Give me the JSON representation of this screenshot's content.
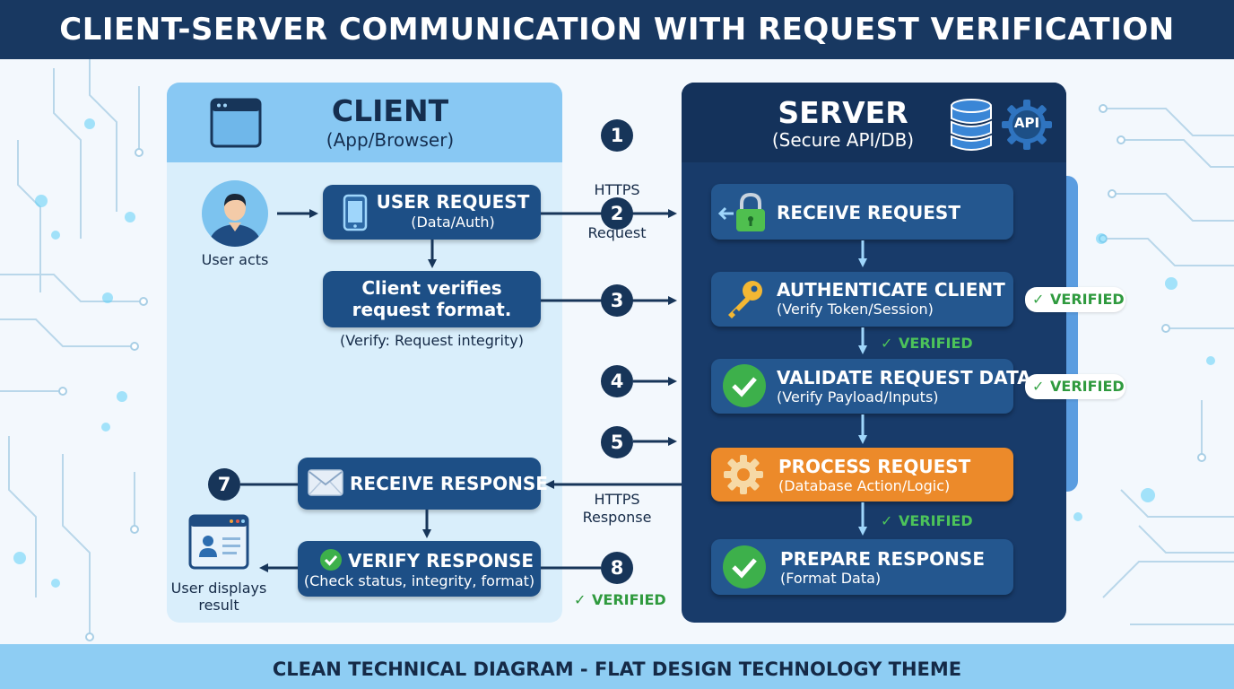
{
  "title": "CLIENT-SERVER COMMUNICATION WITH REQUEST VERIFICATION",
  "footer": "CLEAN TECHNICAL DIAGRAM - FLAT DESIGN TECHNOLOGY THEME",
  "colors": {
    "header_bg": "#183861",
    "footer_bg": "#8ecdf3",
    "client_panel": "#d9eefb",
    "client_header": "#88c8f3",
    "server_panel": "#183b6a",
    "box_blue": "#24578f",
    "box_orange": "#ec8a2a",
    "verified_green": "#3aa64b"
  },
  "client": {
    "title": "CLIENT",
    "subtitle": "(App/Browser)",
    "user_label": "User acts",
    "user_request_title": "USER REQUEST",
    "user_request_sub": "(Data/Auth)",
    "verify_box_line1": "Client verifies",
    "verify_box_line2": "request format.",
    "verify_note": "(Verify: Request integrity)",
    "receive_response": "RECEIVE RESPONSE",
    "verify_response_title": "VERIFY RESPONSE",
    "verify_response_sub": "(Check status, integrity, format)",
    "display_line1": "User displays",
    "display_line2": "result"
  },
  "server": {
    "title": "SERVER",
    "subtitle": "(Secure API/DB)",
    "api_label": "API",
    "steps": [
      {
        "title": "RECEIVE REQUEST",
        "sub": ""
      },
      {
        "title": "AUTHENTICATE CLIENT",
        "sub": "(Verify Token/Session)"
      },
      {
        "title": "VALIDATE REQUEST DATA",
        "sub": "(Verify Payload/Inputs)"
      },
      {
        "title": "PROCESS REQUEST",
        "sub": "(Database Action/Logic)"
      },
      {
        "title": "PREPARE RESPONSE",
        "sub": "(Format Data)"
      }
    ]
  },
  "flow": {
    "numbers": [
      "1",
      "2",
      "3",
      "4",
      "5",
      "7",
      "8"
    ],
    "https_request_line1": "HTTPS",
    "https_request_line2": "Request",
    "https_response_line1": "HTTPS",
    "https_response_line2": "Response"
  },
  "verified": {
    "label": "VERIFIED",
    "check": "✓"
  },
  "icons": [
    "browser-window-icon",
    "user-avatar-icon",
    "smartphone-icon",
    "database-icon",
    "api-gear-icon",
    "padlock-icon",
    "key-icon",
    "checkmark-circle-icon",
    "gear-icon",
    "envelope-icon",
    "user-profile-card-icon"
  ]
}
